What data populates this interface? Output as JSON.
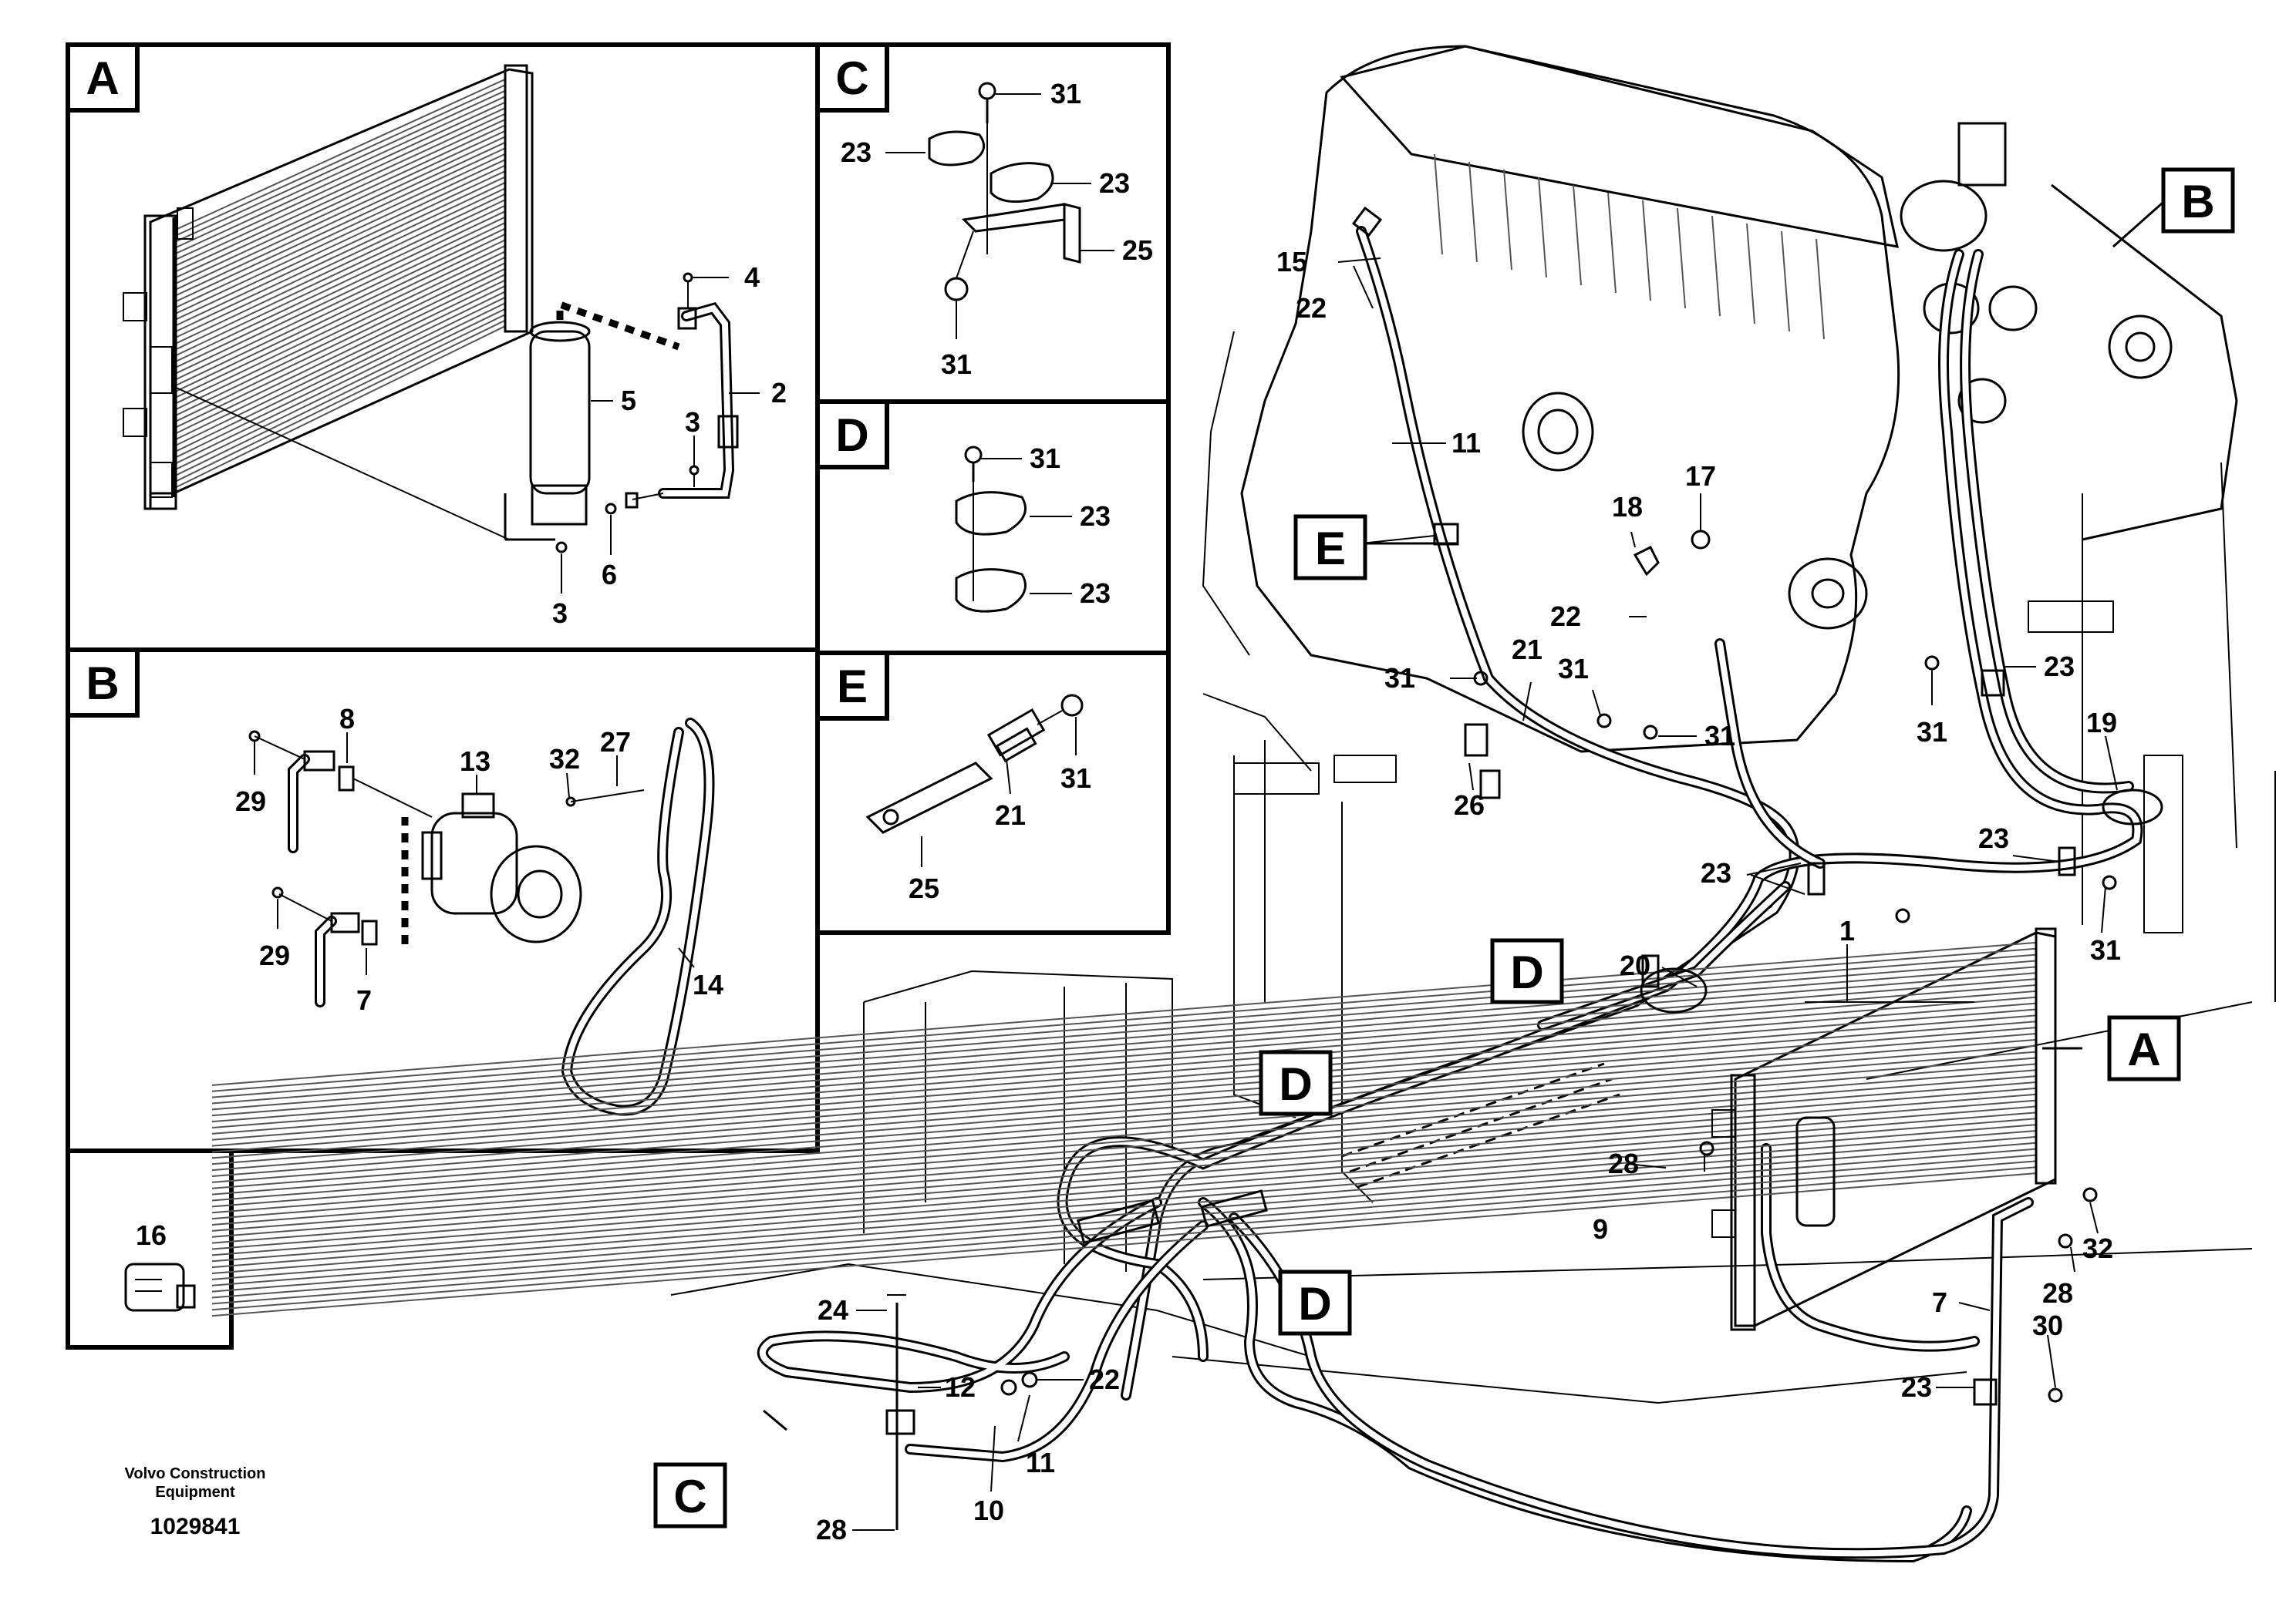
{
  "footer": {
    "company_line1": "Volvo Construction",
    "company_line2": "Equipment",
    "drawing_number": "1029841"
  },
  "panels": {
    "A": {
      "letter": "A",
      "callouts": [
        "4",
        "5",
        "2",
        "3",
        "6",
        "3"
      ]
    },
    "B": {
      "letter": "B",
      "callouts": [
        "8",
        "13",
        "32",
        "27",
        "29",
        "29",
        "7",
        "14"
      ]
    },
    "C": {
      "letter": "C",
      "callouts": [
        "31",
        "23",
        "23",
        "25",
        "31"
      ]
    },
    "D": {
      "letter": "D",
      "callouts": [
        "31",
        "23",
        "23"
      ]
    },
    "E": {
      "letter": "E",
      "callouts": [
        "31",
        "21",
        "25"
      ]
    },
    "small": {
      "callouts": [
        "16"
      ]
    }
  },
  "main": {
    "tags": [
      "B",
      "E",
      "D",
      "D",
      "D",
      "A",
      "C"
    ],
    "callouts": [
      "15",
      "22",
      "11",
      "18",
      "17",
      "22",
      "31",
      "21",
      "31",
      "31",
      "26",
      "23",
      "31",
      "19",
      "23",
      "23",
      "31",
      "1",
      "20",
      "28",
      "32",
      "9",
      "28",
      "7",
      "30",
      "23",
      "24",
      "12",
      "22",
      "11",
      "10",
      "28"
    ]
  }
}
